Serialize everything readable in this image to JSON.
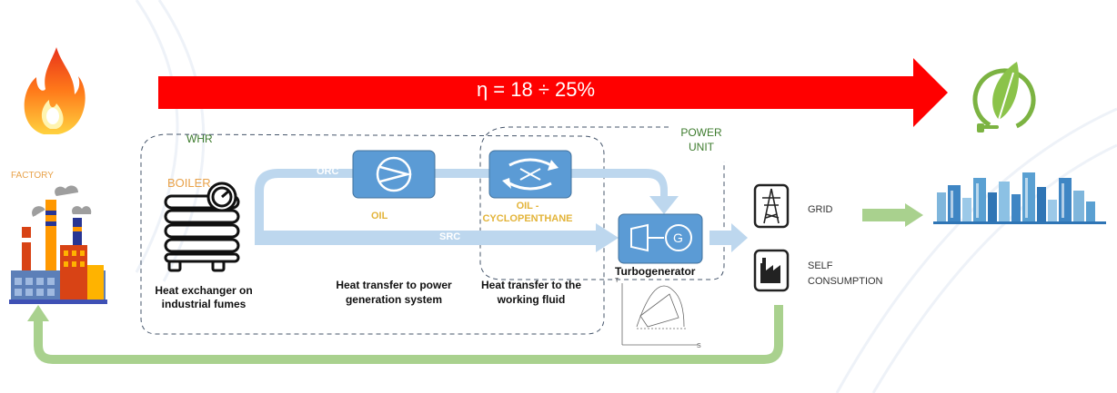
{
  "header": {
    "efficiency": "η = 18 ÷ 25%"
  },
  "labels": {
    "factory": "FACTORY",
    "whr": "WHR",
    "power_unit": "POWER UNIT",
    "boiler": "BOILER",
    "orc": "ORC",
    "src": "SRC",
    "oil": "OIL",
    "oil_cyclopentane": "OIL - CYCLOPENTHANE",
    "turbogenerator": "Turbogenerator",
    "heat_exchanger": "Heat exchanger on industrial fumes",
    "heat_transfer_power": "Heat transfer to power generation system",
    "heat_transfer_fluid": "Heat transfer to the working fluid",
    "grid": "GRID",
    "self_consumption": "SELF CONSUMPTION",
    "generator_symbol": "G",
    "ts_t_axis": "T",
    "ts_s_axis": "S"
  },
  "colors": {
    "efficiency_arrow": "#ff0000",
    "flow_light_blue": "#bdd7ee",
    "component_blue": "#5b9bd5",
    "feedback_green": "#a9d18e",
    "label_orange": "#e8a24a",
    "label_gold": "#e3b43a",
    "label_green": "#3e7c2e"
  },
  "icons": {
    "fire": "fire-icon",
    "factory": "factory-icon",
    "eco_plug": "eco-leaf-plug-icon",
    "city": "city-skyline-icon",
    "boiler": "boiler-coil-icon",
    "pump": "pump-icon",
    "heat_exchanger": "heat-exchanger-icon",
    "turbine": "turbine-icon",
    "pylon": "power-pylon-icon",
    "self_factory": "factory-small-icon",
    "ts_diagram": "ts-diagram-icon"
  }
}
